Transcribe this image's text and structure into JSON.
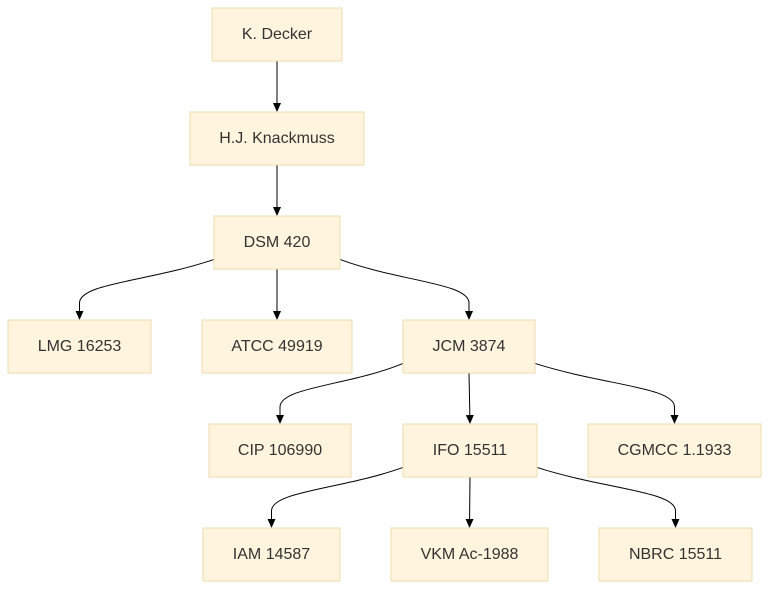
{
  "nodes": [
    {
      "id": "decker",
      "label": "K. Decker"
    },
    {
      "id": "knackmuss",
      "label": "H.J. Knackmuss"
    },
    {
      "id": "dsm420",
      "label": "DSM 420"
    },
    {
      "id": "lmg16253",
      "label": "LMG 16253"
    },
    {
      "id": "atcc49919",
      "label": "ATCC 49919"
    },
    {
      "id": "jcm3874",
      "label": "JCM 3874"
    },
    {
      "id": "cip106990",
      "label": "CIP 106990"
    },
    {
      "id": "ifo15511",
      "label": "IFO 15511"
    },
    {
      "id": "cgmcc11933",
      "label": "CGMCC 1.1933"
    },
    {
      "id": "iam14587",
      "label": "IAM 14587"
    },
    {
      "id": "vkmac1988",
      "label": "VKM Ac-1988"
    },
    {
      "id": "nbrc15511",
      "label": "NBRC 15511"
    }
  ],
  "edges": [
    {
      "from": "decker",
      "to": "knackmuss"
    },
    {
      "from": "knackmuss",
      "to": "dsm420"
    },
    {
      "from": "dsm420",
      "to": "lmg16253"
    },
    {
      "from": "dsm420",
      "to": "atcc49919"
    },
    {
      "from": "dsm420",
      "to": "jcm3874"
    },
    {
      "from": "jcm3874",
      "to": "cip106990"
    },
    {
      "from": "jcm3874",
      "to": "ifo15511"
    },
    {
      "from": "jcm3874",
      "to": "cgmcc11933"
    },
    {
      "from": "ifo15511",
      "to": "iam14587"
    },
    {
      "from": "ifo15511",
      "to": "vkmac1988"
    },
    {
      "from": "ifo15511",
      "to": "nbrc15511"
    }
  ]
}
